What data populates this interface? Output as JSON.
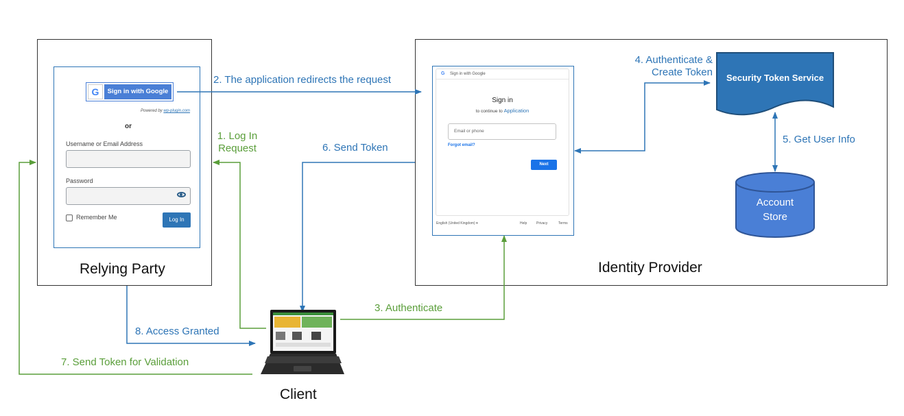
{
  "relying_party": {
    "label": "Relying Party",
    "google_button": "Sign in with Google",
    "google_glyph": "G",
    "powered_prefix": "Powered by",
    "powered_link": "wp-plugin.com",
    "or": "or",
    "username_label": "Username or Email Address",
    "password_label": "Password",
    "remember_label": "Remember Me",
    "login_button": "Log In"
  },
  "identity_provider": {
    "label": "Identity Provider",
    "google_header": "Sign in with Google",
    "google_glyph": "G",
    "signin_title": "Sign in",
    "continue_text": "to continue to",
    "application_text": "Application",
    "email_placeholder": "Email or phone",
    "forgot": "Forgot email?",
    "next": "Next",
    "language": "English (United Kingdom)",
    "help": "Help",
    "privacy": "Privacy",
    "terms": "Terms"
  },
  "sts": {
    "label": "Security Token Service",
    "color": "#2e75b6"
  },
  "account_store": {
    "line1": "Account",
    "line2": "Store",
    "color": "#4a7fd6"
  },
  "client": {
    "label": "Client"
  },
  "steps": {
    "s1_line1": "1. Log In",
    "s1_line2": "Request",
    "s2": "2. The application redirects the request",
    "s3": "3. Authenticate",
    "s4_line1": "4. Authenticate &",
    "s4_line2": "Create Token",
    "s5": "5. Get User Info",
    "s6": "6. Send Token",
    "s7": "7. Send Token for Validation",
    "s8": "8. Access Granted"
  },
  "colors": {
    "blue": "#2e75b6",
    "green": "#5a9e3a"
  }
}
